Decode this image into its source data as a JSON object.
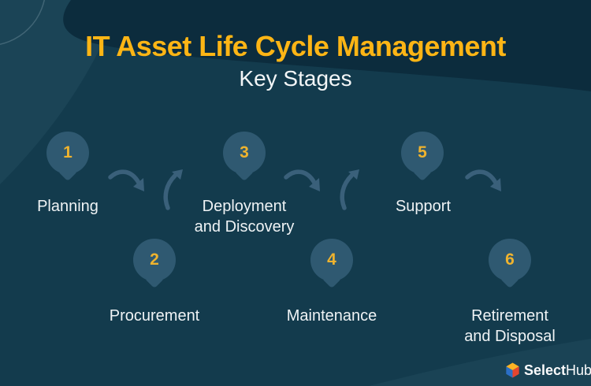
{
  "header": {
    "title": "IT Asset Life Cycle Management",
    "subtitle": "Key Stages"
  },
  "stages": [
    {
      "number": "1",
      "label_line1": "Planning",
      "label_line2": ""
    },
    {
      "number": "2",
      "label_line1": "Procurement",
      "label_line2": ""
    },
    {
      "number": "3",
      "label_line1": "Deployment",
      "label_line2": "and Discovery"
    },
    {
      "number": "4",
      "label_line1": "Maintenance",
      "label_line2": ""
    },
    {
      "number": "5",
      "label_line1": "Support",
      "label_line2": ""
    },
    {
      "number": "6",
      "label_line1": "Retirement",
      "label_line2": "and Disposal"
    }
  ],
  "footer": {
    "brand_bold": "Select",
    "brand_light": "Hub"
  },
  "icons": {
    "arrow_down": "curved-arrow-down-icon",
    "arrow_up": "curved-arrow-up-icon",
    "logo_cube": "selecthub-cube-icon"
  },
  "colors": {
    "background": "#133B4D",
    "top_wave": "#0C2C3D",
    "corner_blob": "#1B4456",
    "footer_wave": "#1A4355",
    "title_gold": "#FDB515",
    "stage_number_gold": "#EFB32E",
    "balloon": "#2F5971",
    "arrow": "#3A607A",
    "label_text": "#EFF3F5",
    "logo_yellow": "#FCB324",
    "logo_blue": "#2B6FC6",
    "logo_red": "#E5452F"
  }
}
